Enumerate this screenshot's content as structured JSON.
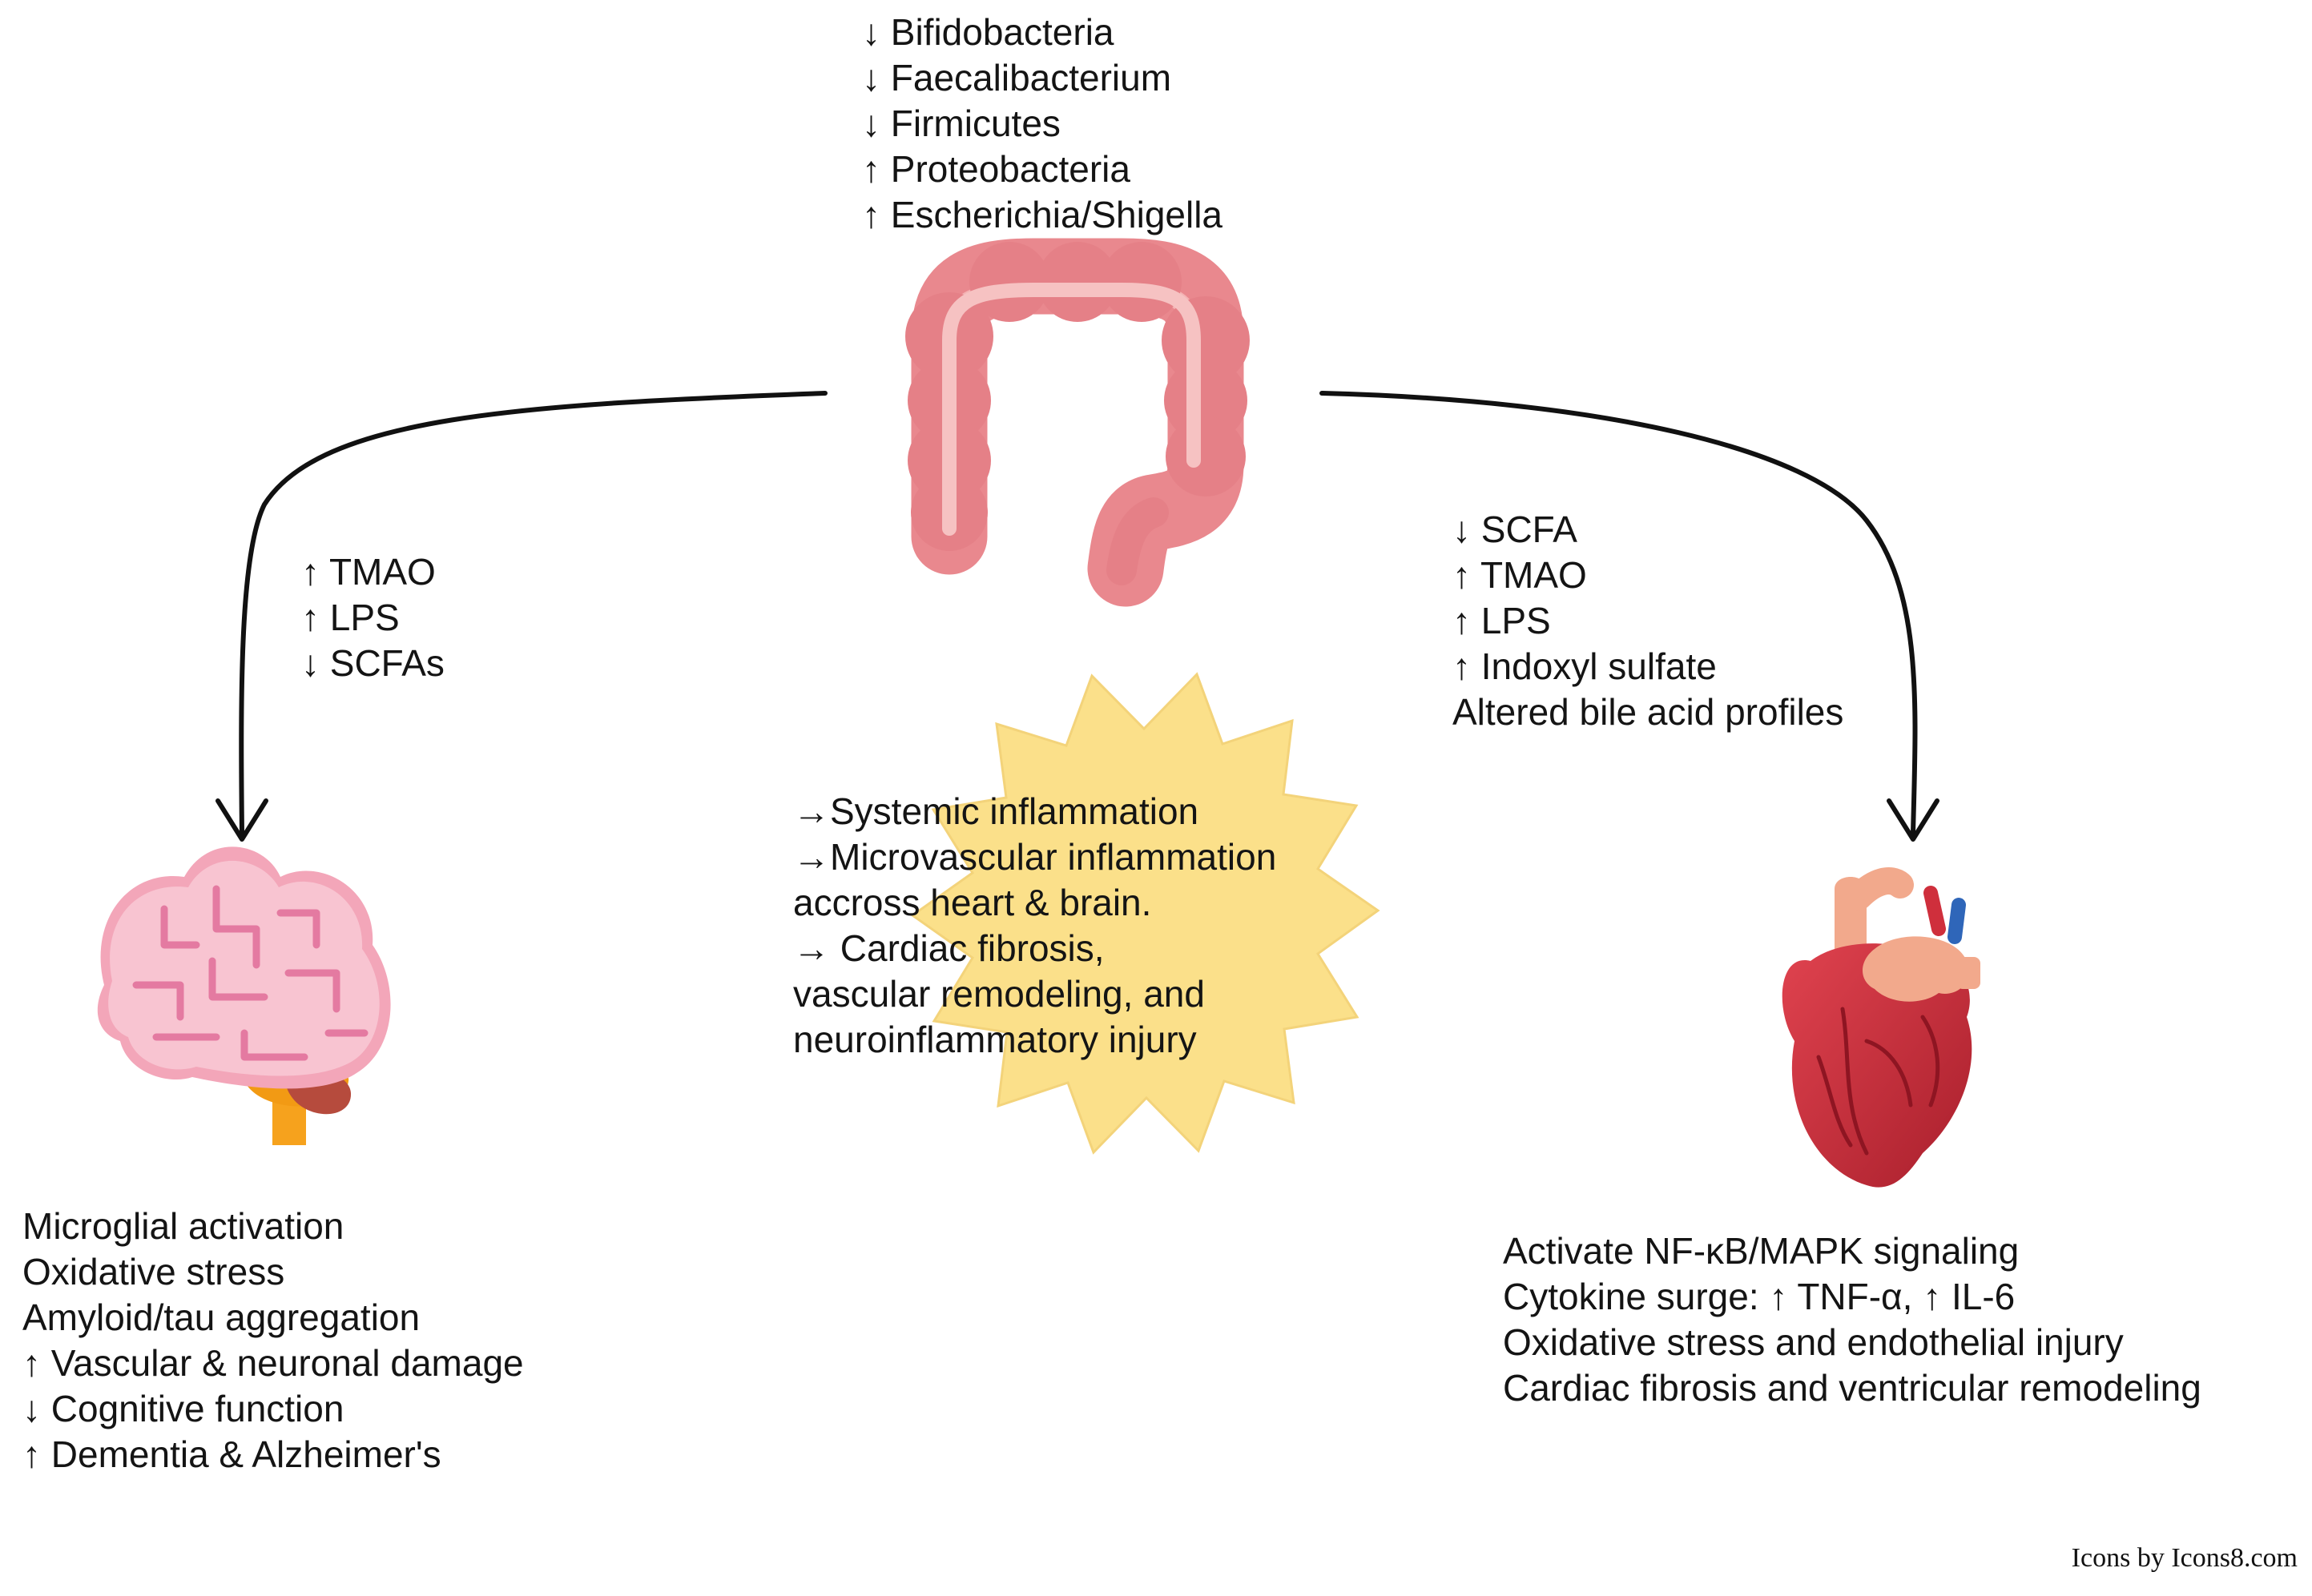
{
  "gut_microbiota": [
    "↓ Bifidobacteria",
    "↓ Faecalibacterium",
    "↓ Firmicutes",
    "↑ Proteobacteria",
    "↑ Escherichia/Shigella"
  ],
  "gut_to_brain_metabolites": [
    "↑ TMAO",
    "↑ LPS",
    "↓ SCFAs"
  ],
  "gut_to_heart_metabolites": [
    "↓ SCFA",
    "↑ TMAO",
    "↑ LPS",
    "↑ Indoxyl sulfate",
    "Altered bile acid profiles"
  ],
  "systemic_effects": [
    "→Systemic inflammation",
    "→Microvascular inflammation",
    "accross heart & brain.",
    "→ Cardiac fibrosis,",
    "vascular remodeling, and",
    "neuroinflammatory injury"
  ],
  "brain_outcomes": [
    "Microglial activation",
    "Oxidative stress",
    "Amyloid/tau aggregation",
    "↑ Vascular & neuronal damage",
    "↓ Cognitive function",
    "↑ Dementia & Alzheimer's"
  ],
  "heart_outcomes": [
    "Activate NF-κB/MAPK signaling",
    "Cytokine surge: ↑ TNF-α, ↑ IL-6",
    "Oxidative stress and endothelial injury",
    "Cardiac fibrosis and ventricular remodeling"
  ],
  "credit": "Icons by Icons8.com",
  "icons": [
    "colon-icon",
    "brain-icon",
    "heart-icon"
  ],
  "colors": {
    "burst_fill": "#fbe08a",
    "colon": "#ea8a8f",
    "brain": "#f6b6c6",
    "heart": "#d6323f",
    "arrow": "#111111"
  }
}
